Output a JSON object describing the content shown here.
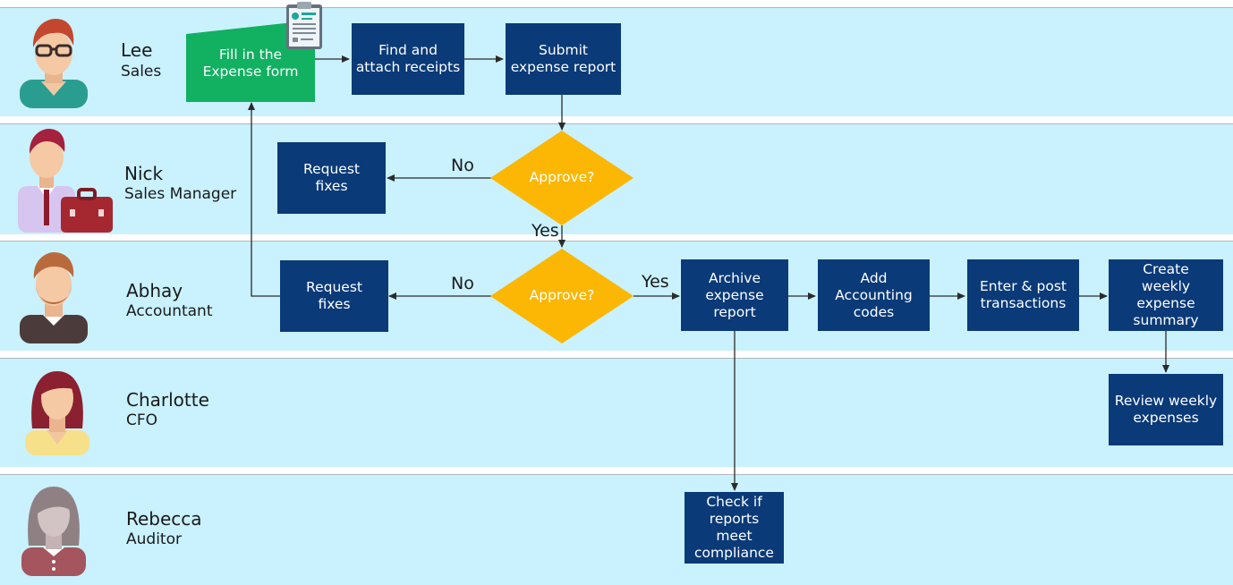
{
  "lanes": [
    {
      "name": "Lee",
      "role": "Sales"
    },
    {
      "name": "Nick",
      "role": "Sales Manager"
    },
    {
      "name": "Abhay",
      "role": "Accountant"
    },
    {
      "name": "Charlotte",
      "role": "CFO"
    },
    {
      "name": "Rebecca",
      "role": "Auditor"
    }
  ],
  "steps": {
    "fill_form": "Fill in the\nExpense form",
    "find_receipts": "Find and\nattach receipts",
    "submit_report": "Submit\nexpense report",
    "request_fixes_manager": "Request\nfixes",
    "approve_manager": "Approve?",
    "request_fixes_accountant": "Request\nfixes",
    "approve_accountant": "Approve?",
    "archive_report": "Archive\nexpense report",
    "add_codes": "Add\nAccounting\ncodes",
    "enter_post": "Enter & post\ntransactions",
    "create_summary": "Create\nweekly expense\nsummary",
    "review_weekly": "Review weekly\nexpenses",
    "check_compliance": "Check if\nreports\nmeet\ncompliance"
  },
  "edge_labels": {
    "no_manager": "No",
    "yes_manager": "Yes",
    "no_accountant": "No",
    "yes_accountant": "Yes"
  },
  "colors": {
    "lane_bg": "#c9f1fe",
    "process_box": "#0a3a78",
    "start_box": "#12b061",
    "decision": "#fbb704"
  },
  "icons": {
    "form": "expense-form-icon"
  }
}
